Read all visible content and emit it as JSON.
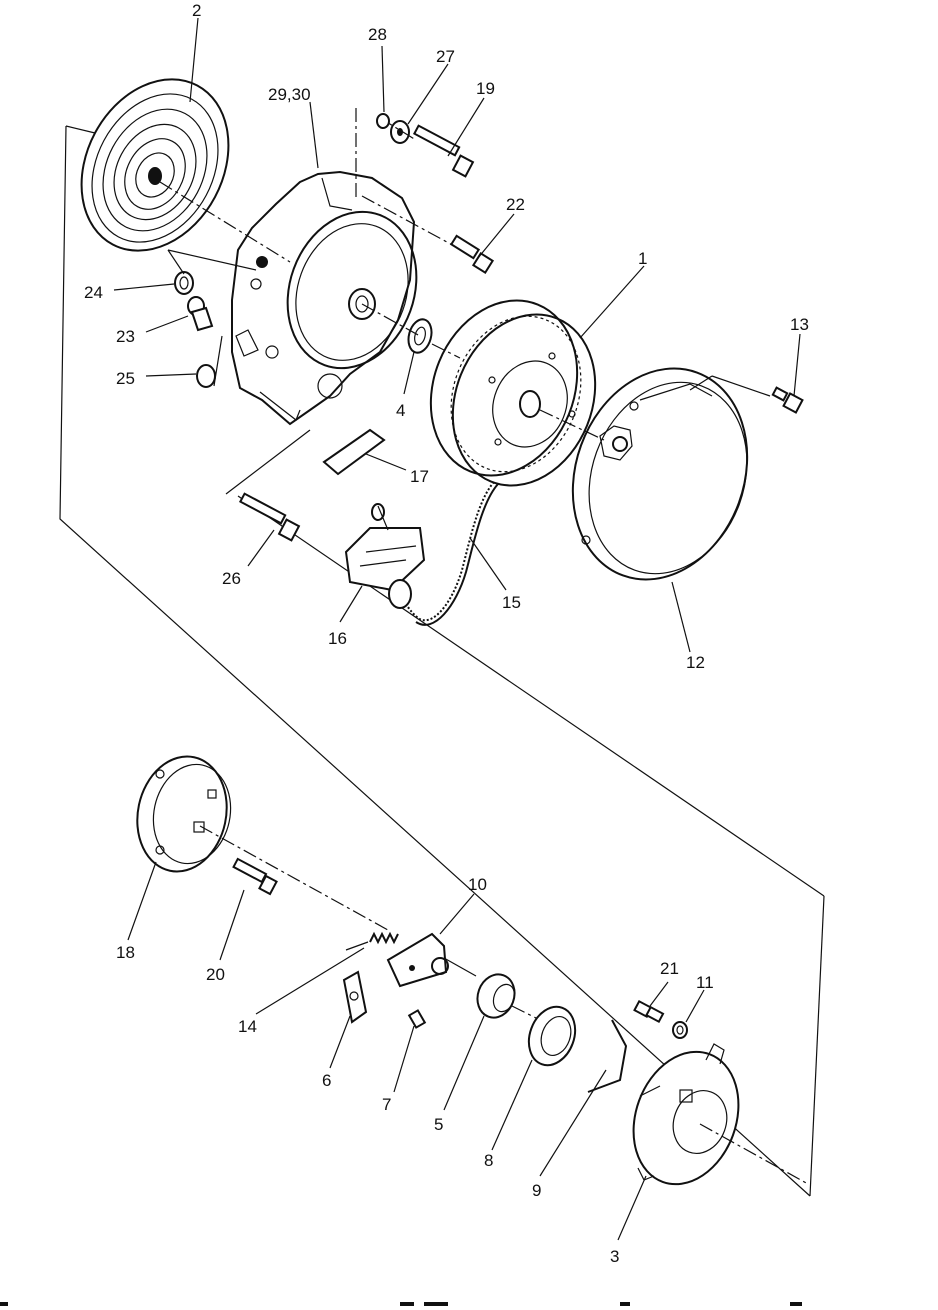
{
  "callouts": {
    "c1": "1",
    "c2": "2",
    "c3": "3",
    "c4": "4",
    "c5": "5",
    "c6": "6",
    "c7": "7",
    "c8": "8",
    "c9": "9",
    "c10": "10",
    "c11": "11",
    "c12": "12",
    "c13": "13",
    "c14": "14",
    "c15": "15",
    "c16": "16",
    "c17": "17",
    "c18": "18",
    "c19": "19",
    "c20": "20",
    "c21": "21",
    "c22": "22",
    "c23": "23",
    "c24": "24",
    "c25": "25",
    "c26": "26",
    "c27": "27",
    "c28": "28",
    "c2930": "29,30"
  }
}
